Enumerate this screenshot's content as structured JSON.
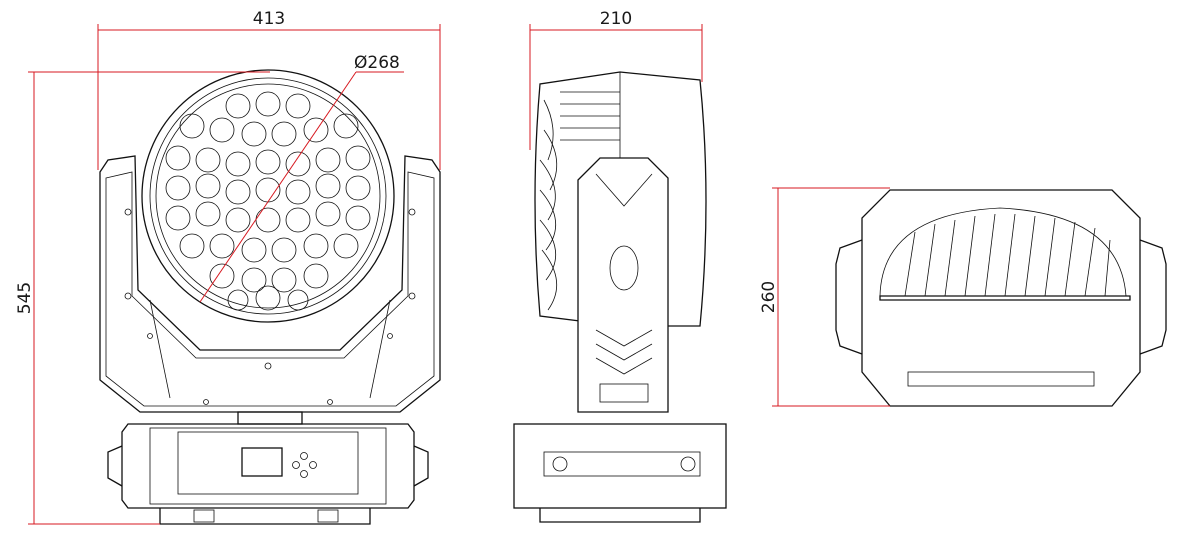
{
  "dimensions": {
    "front_width": "413",
    "front_height": "545",
    "lens_diameter": "Ø268",
    "side_width": "210",
    "top_height": "260"
  },
  "views": [
    "front-view",
    "side-view",
    "top-view"
  ],
  "colors": {
    "dimension_line": "#d71920",
    "outline": "#111111"
  }
}
